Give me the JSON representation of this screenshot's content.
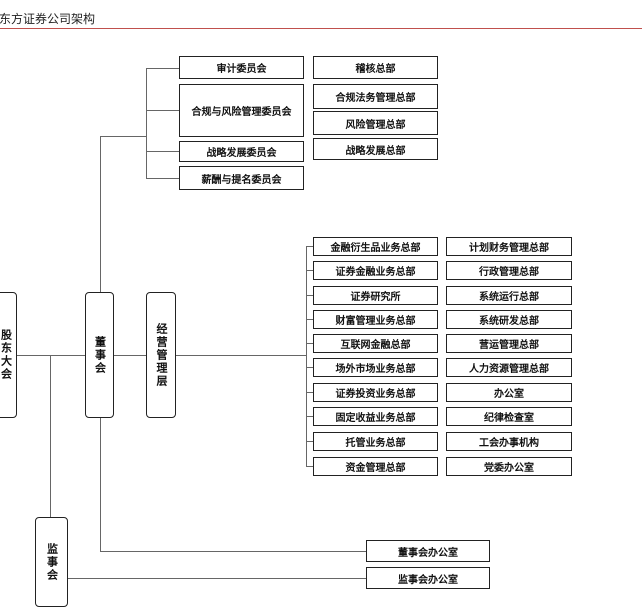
{
  "page": {
    "title": "东方证券公司架构"
  },
  "diagram": {
    "shareholders": "股东大会",
    "board": "董事会",
    "management": "经营管理层",
    "supervisors": "监事会",
    "committees": [
      "审计委员会",
      "合规与风险管理委员会",
      "战略发展委员会",
      "薪酬与提名委员会"
    ],
    "committee_units": [
      "稽核总部",
      "合规法务管理总部",
      "风险管理总部",
      "战略发展总部"
    ],
    "departments_left": [
      "金融衍生品业务总部",
      "证券金融业务总部",
      "证券研究所",
      "财富管理业务总部",
      "互联网金融总部",
      "场外市场业务总部",
      "证券投资业务总部",
      "固定收益业务总部",
      "托管业务总部",
      "资金管理总部"
    ],
    "departments_right": [
      "计划财务管理总部",
      "行政管理总部",
      "系统运行总部",
      "系统研发总部",
      "营运管理总部",
      "人力资源管理总部",
      "办公室",
      "纪律检查室",
      "工会办事机构",
      "党委办公室"
    ],
    "board_office": "董事会办公室",
    "supervisor_office": "监事会办公室"
  }
}
